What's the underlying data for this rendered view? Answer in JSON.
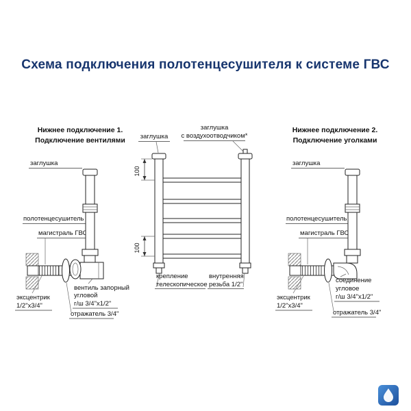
{
  "title": "Схема подключения полотенцесушителя к системе ГВС",
  "diagrams": {
    "left": {
      "heading_line1": "Нижнее подключение 1.",
      "heading_line2": "Подключение вентилями",
      "label_cap": "заглушка",
      "label_towel_rail": "полотенцесушитель",
      "label_main": "магистраль ГВС",
      "label_eccentric_line1": "эксцентрик",
      "label_eccentric_line2": "1/2\"х3/4\"",
      "label_valve_line1": "вентиль запорный",
      "label_valve_line2": "угловой",
      "label_valve_line3": "г/ш 3/4\"х1/2\"",
      "label_reflector": "отражатель 3/4\""
    },
    "middle": {
      "label_cap_left": "заглушка",
      "label_cap_right_line1": "заглушка",
      "label_cap_right_line2": "с воздухоотводчиком*",
      "dim_top": "100",
      "dim_bottom": "100",
      "label_mount_line1": "крепление",
      "label_mount_line2": "телескопическое",
      "label_thread_line1": "внутренняя",
      "label_thread_line2": "резьба 1/2\""
    },
    "right": {
      "heading_line1": "Нижнее подключение 2.",
      "heading_line2": "Подключение уголками",
      "label_cap": "заглушка",
      "label_towel_rail": "полотенцесушитель",
      "label_main": "магистраль ГВС",
      "label_eccentric_line1": "эксцентрик",
      "label_eccentric_line2": "1/2\"х3/4\"",
      "label_corner_line1": "соединение",
      "label_corner_line2": "угловое",
      "label_corner_line3": "г/ш 3/4\"х1/2\"",
      "label_reflector": "отражатель 3/4\""
    }
  },
  "icons": {
    "brand_logo": "water-drop-logo"
  },
  "colors": {
    "title": "#17356e",
    "line_art": "#222222",
    "logo_blue": "#1c4f9c"
  }
}
